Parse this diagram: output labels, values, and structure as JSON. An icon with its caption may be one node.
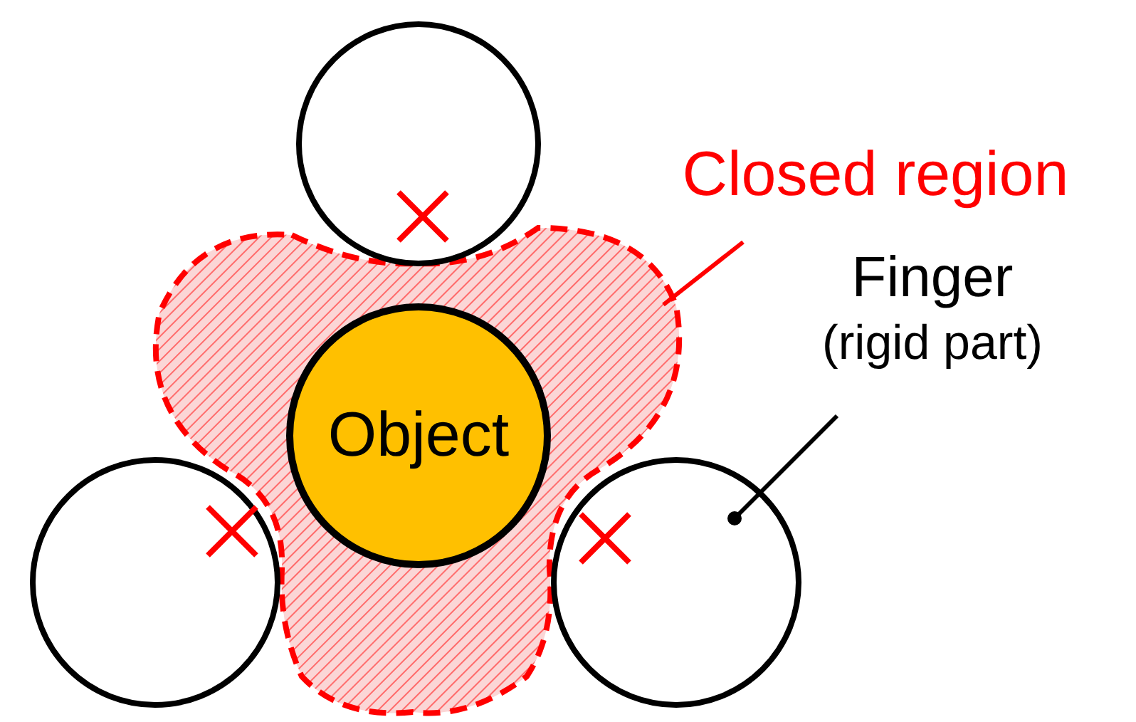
{
  "diagram": {
    "nodes": [
      {
        "text": [],
        "shape": "circle"
      },
      {
        "text": [],
        "shape": "region"
      },
      {
        "text": [
          "Object"
        ],
        "in": 1
      },
      {
        "text": [],
        "shape": "circle"
      },
      {
        "text": [],
        "shape": "circle"
      },
      {
        "text": [
          "Closed region"
        ]
      },
      {
        "text": [
          "Finger",
          "(rigid part)"
        ]
      }
    ],
    "edges": [
      {
        "from": 5,
        "to": 1,
        "arrow": "none",
        "color": "#ff0000"
      },
      {
        "from": 6,
        "to": 4,
        "arrow": "other",
        "color": "#000000"
      }
    ]
  }
}
